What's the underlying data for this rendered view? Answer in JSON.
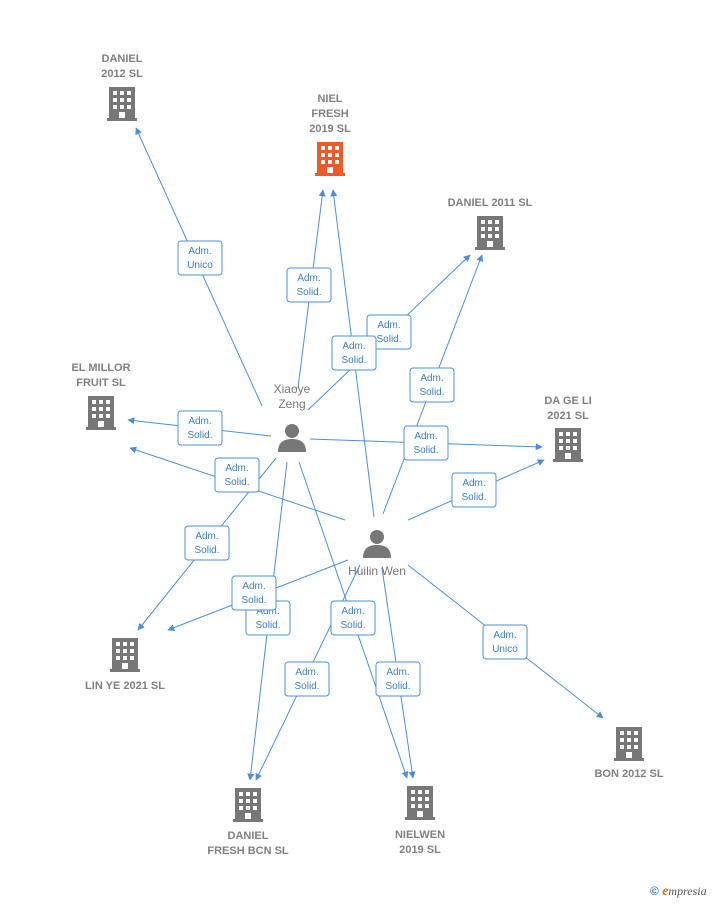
{
  "colors": {
    "edge": "#4a90d9",
    "node": "#777777",
    "highlight": "#f05a28"
  },
  "companies": [
    {
      "id": "daniel-2012",
      "lines": [
        "DANIEL",
        "2012 SL"
      ],
      "icon": "building-icon",
      "highlight": false
    },
    {
      "id": "niel-fresh",
      "lines": [
        "NIEL",
        "FRESH",
        "2019  SL"
      ],
      "icon": "building-icon",
      "highlight": true
    },
    {
      "id": "daniel-2011",
      "lines": [
        "DANIEL 2011 SL"
      ],
      "icon": "building-icon",
      "highlight": false
    },
    {
      "id": "el-millor",
      "lines": [
        "EL MILLOR",
        "FRUIT  SL"
      ],
      "icon": "building-icon",
      "highlight": false
    },
    {
      "id": "da-ge-li",
      "lines": [
        "DA GE LI",
        "2021  SL"
      ],
      "icon": "building-icon",
      "highlight": false
    },
    {
      "id": "lin-ye",
      "lines": [
        "LIN YE 2021  SL"
      ],
      "icon": "building-icon",
      "highlight": false
    },
    {
      "id": "bon-2012",
      "lines": [
        "BON 2012 SL"
      ],
      "icon": "building-icon",
      "highlight": false
    },
    {
      "id": "daniel-fresh-bcn",
      "lines": [
        "DANIEL",
        "FRESH BCN  SL"
      ],
      "icon": "building-icon",
      "highlight": false
    },
    {
      "id": "nielwen",
      "lines": [
        "NIELWEN",
        "2019  SL"
      ],
      "icon": "building-icon",
      "highlight": false
    }
  ],
  "people": [
    {
      "id": "xiaoye",
      "lines": [
        "Xiaoye",
        "Zeng"
      ],
      "icon": "person-icon"
    },
    {
      "id": "huilin",
      "lines": [
        "Huilin Wen"
      ],
      "icon": "person-icon"
    }
  ],
  "edges": [
    {
      "from": "xiaoye",
      "to": "daniel-2012",
      "label": [
        "Adm.",
        "Unico"
      ]
    },
    {
      "from": "xiaoye",
      "to": "niel-fresh",
      "label": [
        "Adm.",
        "Solid."
      ]
    },
    {
      "from": "xiaoye",
      "to": "daniel-2011",
      "label": [
        "Adm.",
        "Solid."
      ]
    },
    {
      "from": "xiaoye",
      "to": "el-millor",
      "label": [
        "Adm.",
        "Solid."
      ]
    },
    {
      "from": "xiaoye",
      "to": "da-ge-li",
      "label": [
        "Adm.",
        "Solid."
      ]
    },
    {
      "from": "xiaoye",
      "to": "lin-ye",
      "label": [
        "Adm.",
        "Solid."
      ]
    },
    {
      "from": "xiaoye",
      "to": "daniel-fresh-bcn",
      "label": [
        "Adm.",
        "Solid."
      ]
    },
    {
      "from": "xiaoye",
      "to": "nielwen",
      "label": [
        "Adm.",
        "Solid."
      ]
    },
    {
      "from": "huilin",
      "to": "niel-fresh",
      "label": [
        "Adm.",
        "Solid."
      ]
    },
    {
      "from": "huilin",
      "to": "daniel-2011",
      "label": [
        "Adm.",
        "Solid."
      ]
    },
    {
      "from": "huilin",
      "to": "el-millor",
      "label": [
        "Adm.",
        "Solid."
      ]
    },
    {
      "from": "huilin",
      "to": "da-ge-li",
      "label": [
        "Adm.",
        "Solid."
      ]
    },
    {
      "from": "huilin",
      "to": "lin-ye",
      "label": [
        "Adm.",
        "Solid."
      ]
    },
    {
      "from": "huilin",
      "to": "daniel-fresh-bcn",
      "label": [
        "Adm.",
        "Solid."
      ]
    },
    {
      "from": "huilin",
      "to": "nielwen",
      "label": [
        "Adm.",
        "Solid."
      ]
    },
    {
      "from": "huilin",
      "to": "bon-2012",
      "label": [
        "Adm.",
        "Unico"
      ]
    }
  ],
  "watermark": {
    "copyright": "©",
    "brand_first": "e",
    "brand_rest": "mpresia"
  }
}
